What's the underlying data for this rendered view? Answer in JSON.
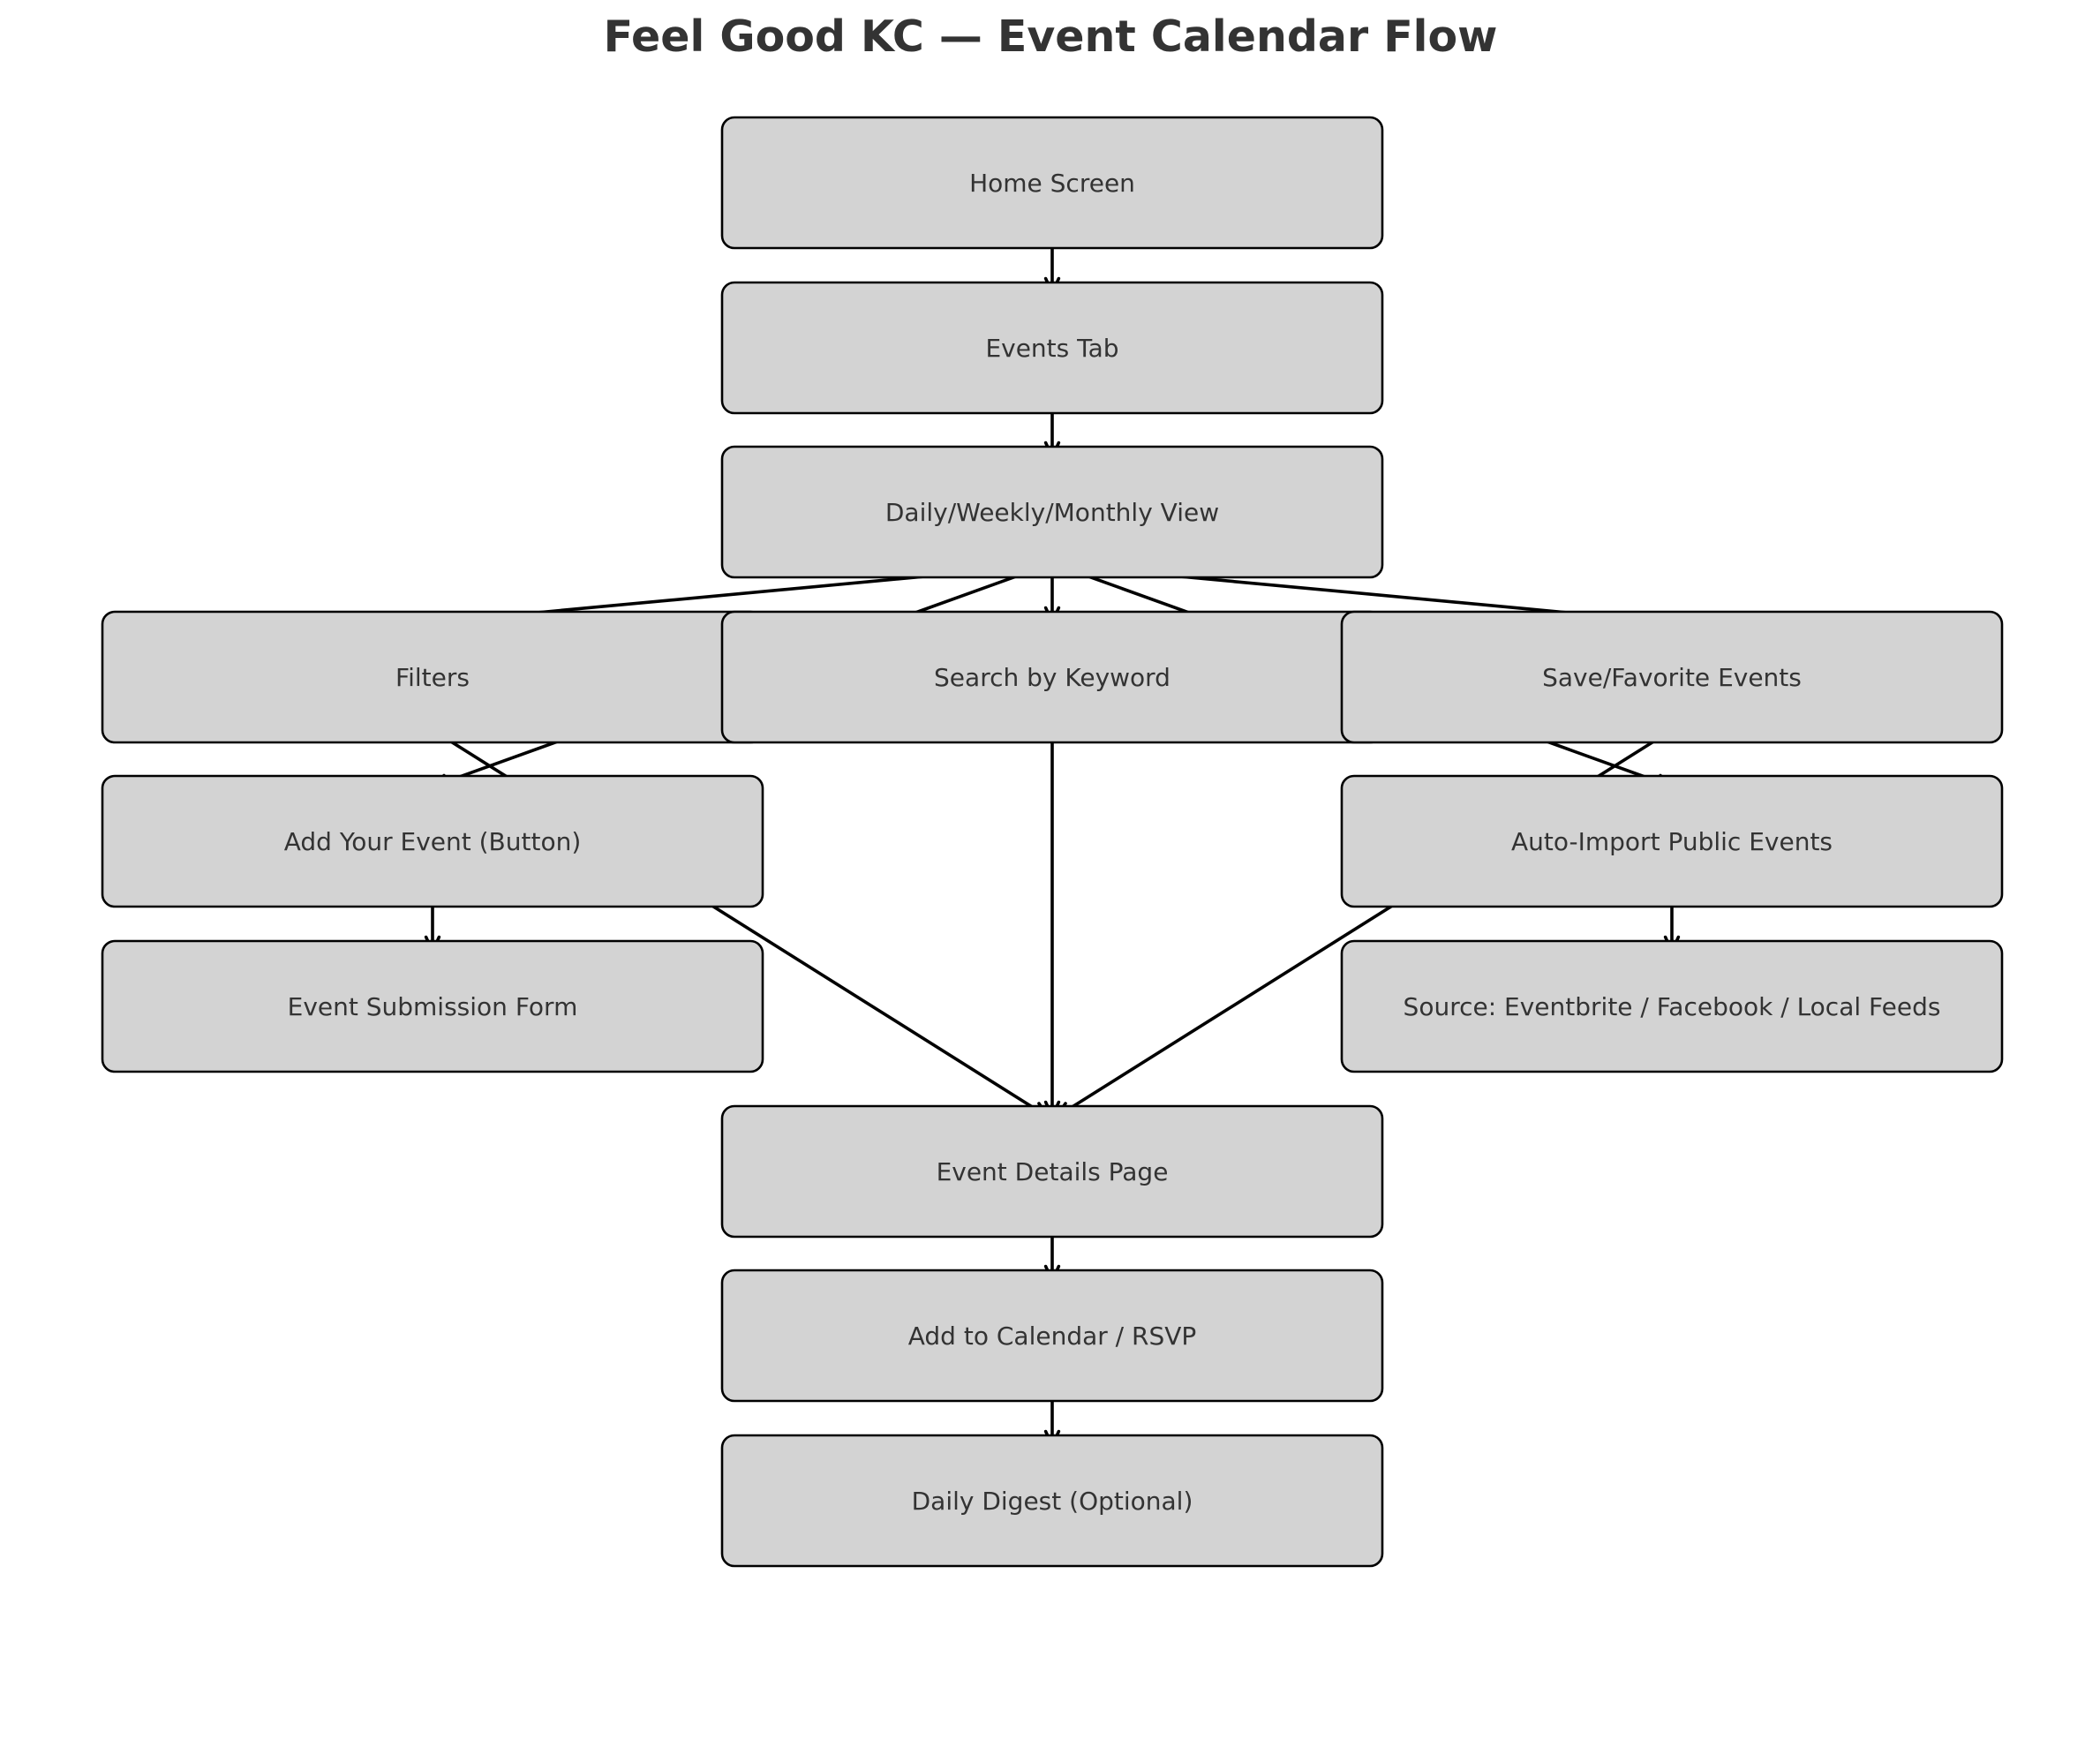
{
  "diagram": {
    "title": "Feel Good KC — Event Calendar Flow",
    "colors": {
      "node_fill": "#d3d3d3",
      "node_stroke": "#000000",
      "text": "#333333",
      "edge": "#000000",
      "background": "#ffffff"
    },
    "nodes": [
      {
        "id": "home",
        "label": "Home Screen"
      },
      {
        "id": "events_tab",
        "label": "Events Tab"
      },
      {
        "id": "view",
        "label": "Daily/Weekly/Monthly View"
      },
      {
        "id": "filters",
        "label": "Filters"
      },
      {
        "id": "search",
        "label": "Search by Keyword"
      },
      {
        "id": "save",
        "label": "Save/Favorite Events"
      },
      {
        "id": "add_event",
        "label": "Add Your Event (Button)"
      },
      {
        "id": "auto_import",
        "label": "Auto-Import Public Events"
      },
      {
        "id": "submission",
        "label": "Event Submission Form"
      },
      {
        "id": "source",
        "label": "Source: Eventbrite / Facebook / Local Feeds"
      },
      {
        "id": "details",
        "label": "Event Details Page"
      },
      {
        "id": "rsvp",
        "label": "Add to Calendar / RSVP"
      },
      {
        "id": "digest",
        "label": "Daily Digest (Optional)"
      }
    ],
    "edges": [
      {
        "from": "home",
        "to": "events_tab"
      },
      {
        "from": "events_tab",
        "to": "view"
      },
      {
        "from": "view",
        "to": "filters"
      },
      {
        "from": "view",
        "to": "search"
      },
      {
        "from": "view",
        "to": "save"
      },
      {
        "from": "view",
        "to": "add_event"
      },
      {
        "from": "view",
        "to": "auto_import"
      },
      {
        "from": "add_event",
        "to": "submission"
      },
      {
        "from": "auto_import",
        "to": "source"
      },
      {
        "from": "filters",
        "to": "details"
      },
      {
        "from": "search",
        "to": "details"
      },
      {
        "from": "save",
        "to": "details"
      },
      {
        "from": "details",
        "to": "rsvp"
      },
      {
        "from": "rsvp",
        "to": "digest"
      }
    ]
  }
}
